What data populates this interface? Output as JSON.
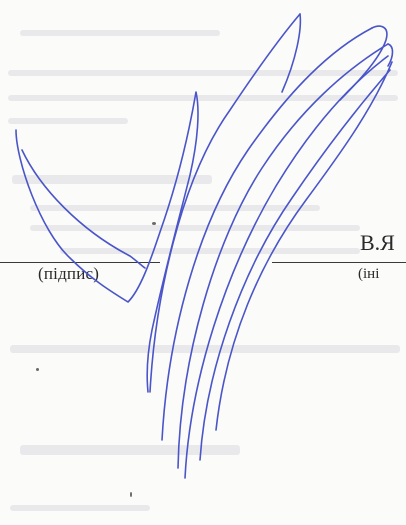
{
  "signature_block": {
    "signature_caption": "(підпис)",
    "name_value": "В.Я",
    "name_caption": "(іні"
  },
  "colors": {
    "ink": "#4a55c9",
    "print": "#2a2a2a",
    "paper": "#fbfbf9"
  }
}
